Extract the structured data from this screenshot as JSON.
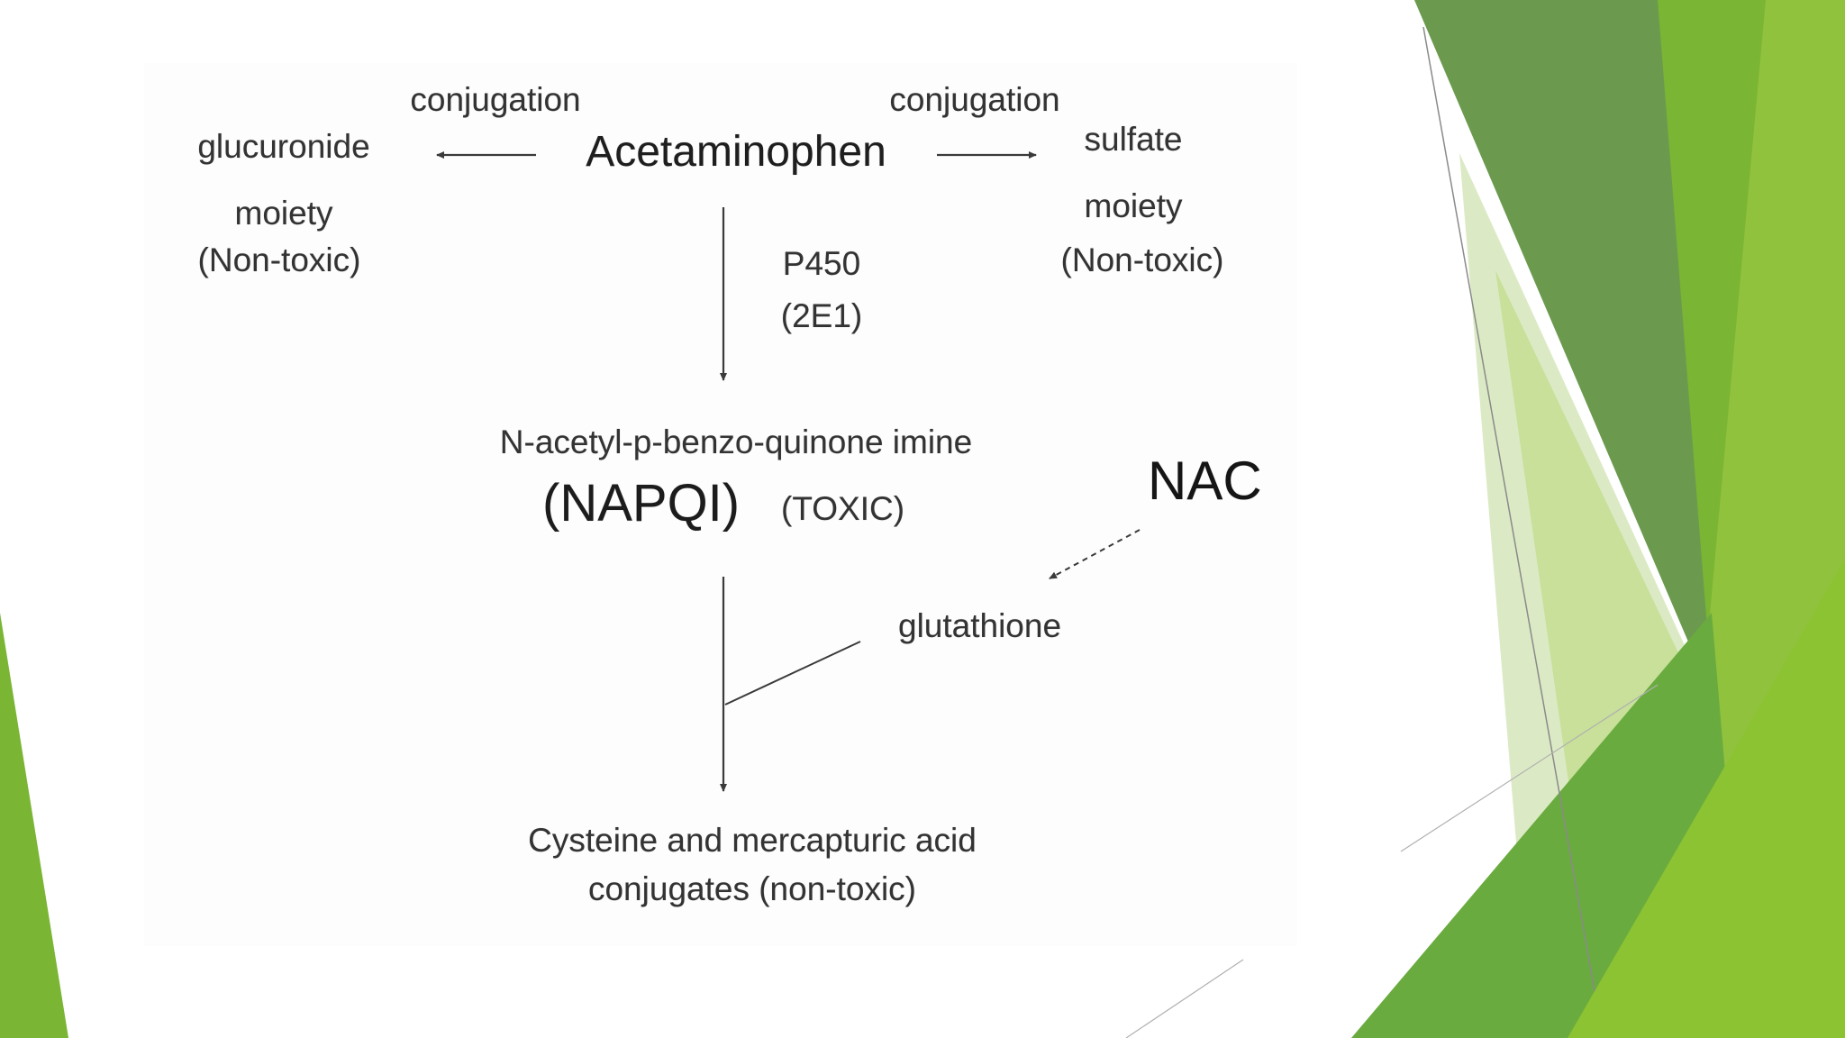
{
  "diagram": {
    "center": "Acetaminophen",
    "left": {
      "edge_label": "conjugation",
      "product_line1": "glucuronide",
      "product_line2": "moiety",
      "product_note": "(Non-toxic)"
    },
    "right": {
      "edge_label": "conjugation",
      "product_line1": "sulfate",
      "product_line2": "moiety",
      "product_note": "(Non-toxic)"
    },
    "enzyme": {
      "line1": "P450",
      "line2": "(2E1)"
    },
    "metabolite": {
      "full_name": "N-acetyl-p-benzo-quinone imine",
      "abbrev": "(NAPQI)",
      "tag": "(TOXIC)"
    },
    "antidote": "NAC",
    "cofactor": "glutathione",
    "final": {
      "line1": "Cysteine and mercapturic acid",
      "line2": "conjugates (non-toxic)"
    }
  },
  "colors": {
    "background": "#ffffff",
    "text": "#2c2c2c",
    "arrow": "#3a3a3a",
    "green_dark": "#6b9a4e",
    "green_mid": "#7ab534",
    "green_light": "#a3cb4a",
    "green_pale": "#dbeac4"
  }
}
